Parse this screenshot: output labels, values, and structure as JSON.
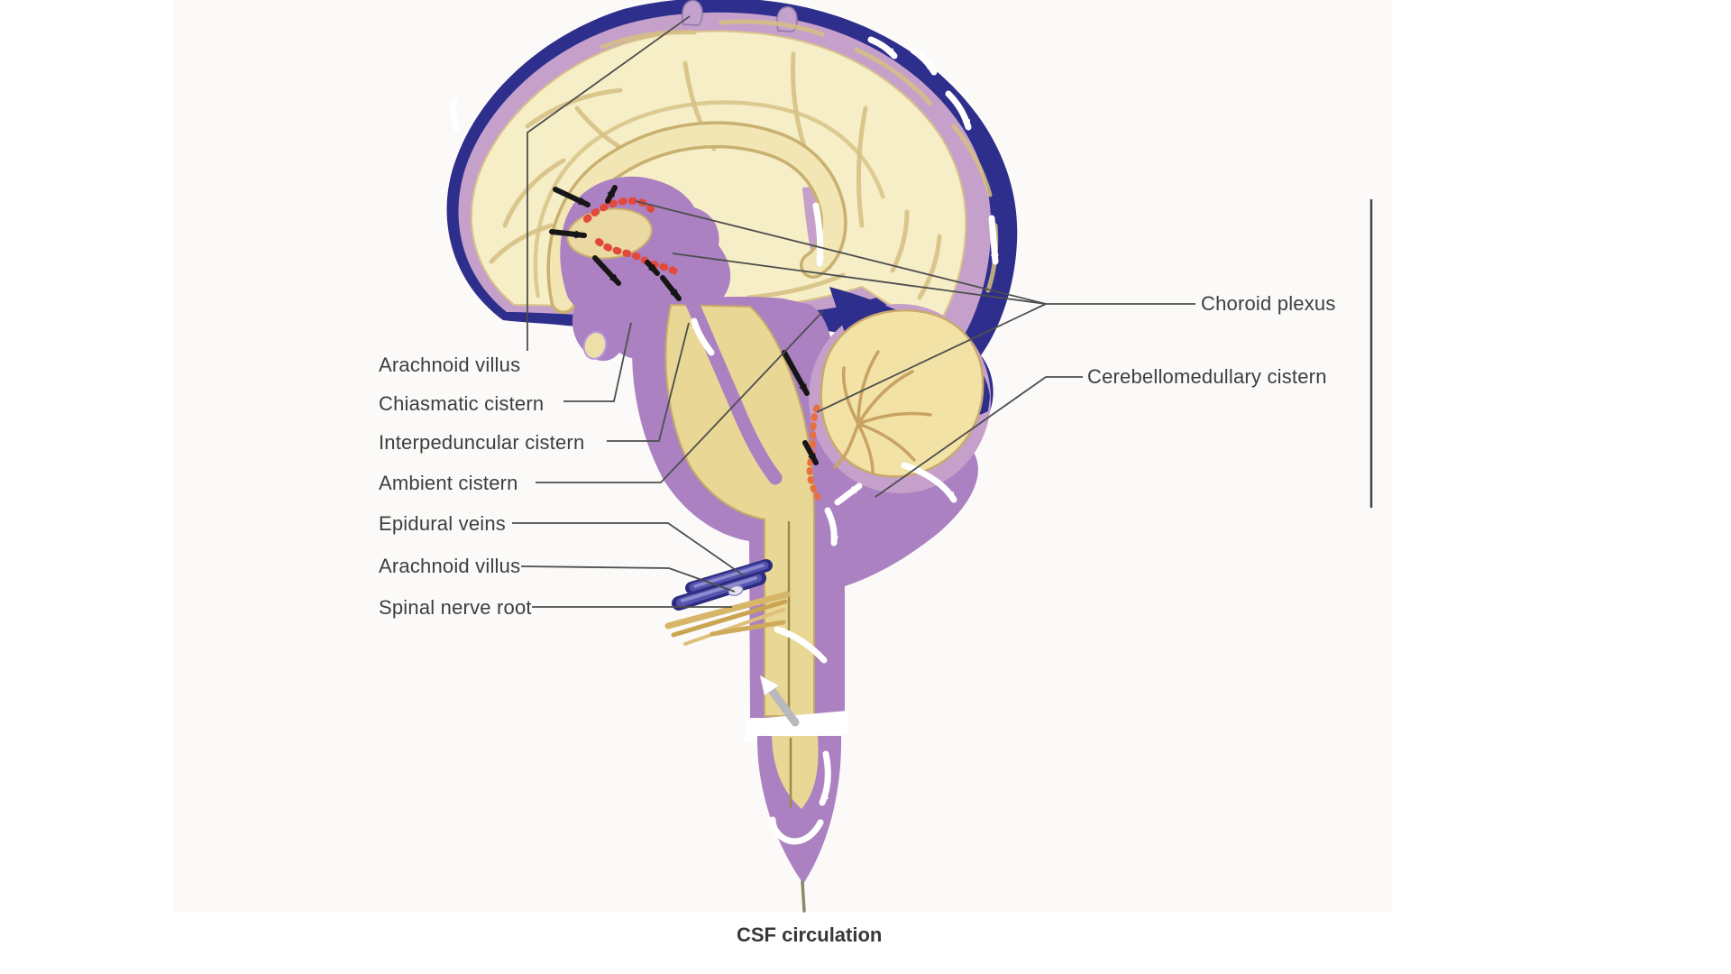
{
  "figure": {
    "caption": "CSF circulation",
    "left_labels": [
      "Arachnoid villus",
      "Chiasmatic cistern",
      "Interpeduncular cistern",
      "Ambient cistern",
      "Epidural veins",
      "Arachnoid villus",
      "Spinal nerve root"
    ],
    "right_labels": [
      "Choroid plexus",
      "Cerebellomedullary cistern"
    ],
    "colors": {
      "dural_sinus": "#2e2e8c",
      "subarachnoid_space": "#c5a0cb",
      "cistern": "#ab81c2",
      "cerebrum": "#f6eec6",
      "sulci": "#d6c083",
      "cerebellum": "#f2e2a6",
      "spinal_cord": "#e9d795",
      "choroid_plexus": "#e2493d",
      "epidural_vein": "#34349a",
      "nerve_root": "#d7b66a",
      "flow_arrow_white": "#ffffff",
      "flow_arrow_black": "#161616",
      "label_text": "#3e3e3e"
    }
  }
}
